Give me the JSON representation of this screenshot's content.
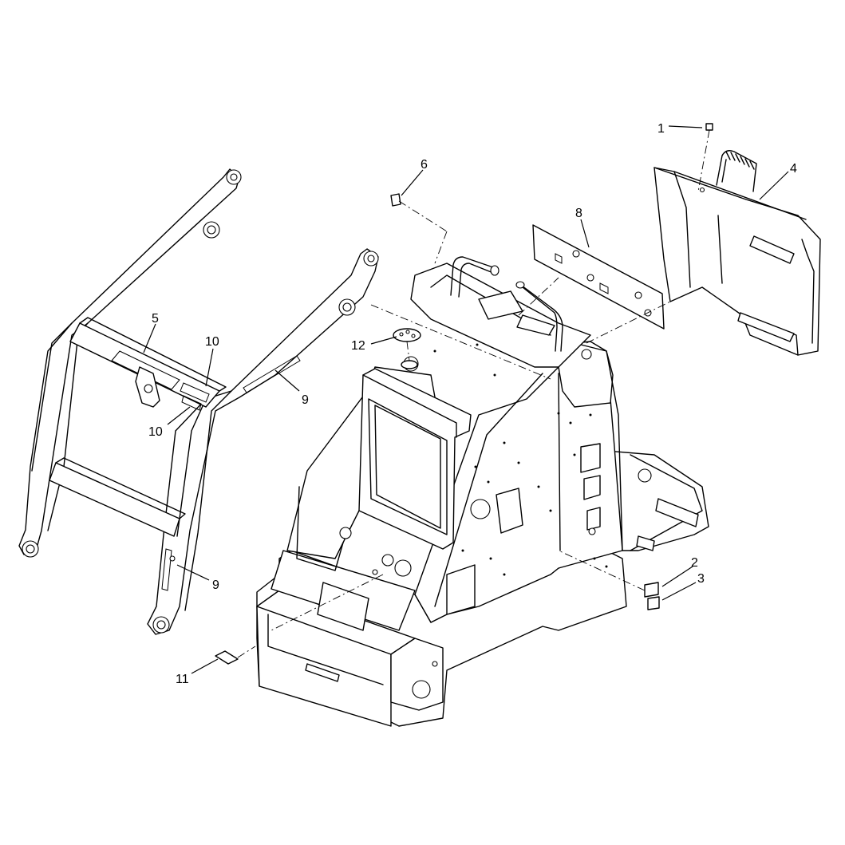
{
  "diagram": {
    "type": "exploded parts diagram",
    "callouts": [
      {
        "id": "c1",
        "label": "1"
      },
      {
        "id": "c2",
        "label": "2"
      },
      {
        "id": "c3",
        "label": "3"
      },
      {
        "id": "c4",
        "label": "4"
      },
      {
        "id": "c5",
        "label": "5"
      },
      {
        "id": "c6",
        "label": "6"
      },
      {
        "id": "c8",
        "label": "8"
      },
      {
        "id": "c9a",
        "label": "9"
      },
      {
        "id": "c9b",
        "label": "9"
      },
      {
        "id": "c10a",
        "label": "10"
      },
      {
        "id": "c10b",
        "label": "10"
      },
      {
        "id": "c11",
        "label": "11"
      },
      {
        "id": "c12",
        "label": "12"
      }
    ]
  }
}
